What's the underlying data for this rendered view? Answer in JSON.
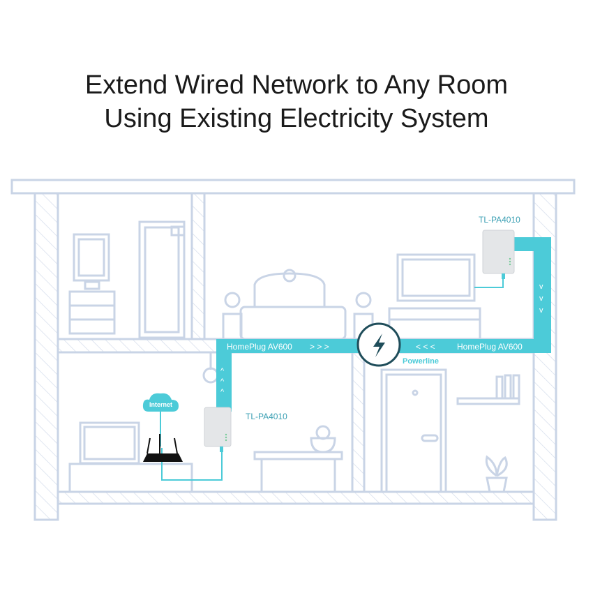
{
  "title": {
    "line1": "Extend Wired Network to Any Room",
    "line2": "Using Existing Electricity System"
  },
  "diagram": {
    "link_left_label": "HomePlug AV600",
    "link_left_arrows": "> > >",
    "link_right_label": "HomePlug AV600",
    "link_right_arrows": "< < <",
    "hub_label": "Powerline",
    "adapter_lower_label": "TL-PA4010",
    "adapter_upper_label": "TL-PA4010",
    "cloud_label": "Internet",
    "up_arrows": [
      "^",
      "^",
      "^"
    ],
    "down_arrows": [
      "v",
      "v",
      "v"
    ]
  },
  "colors": {
    "line": "#c9d4e6",
    "powerline": "#4ccbd8",
    "label": "#3a9fb3",
    "hub_stroke": "#1f4d5a"
  }
}
